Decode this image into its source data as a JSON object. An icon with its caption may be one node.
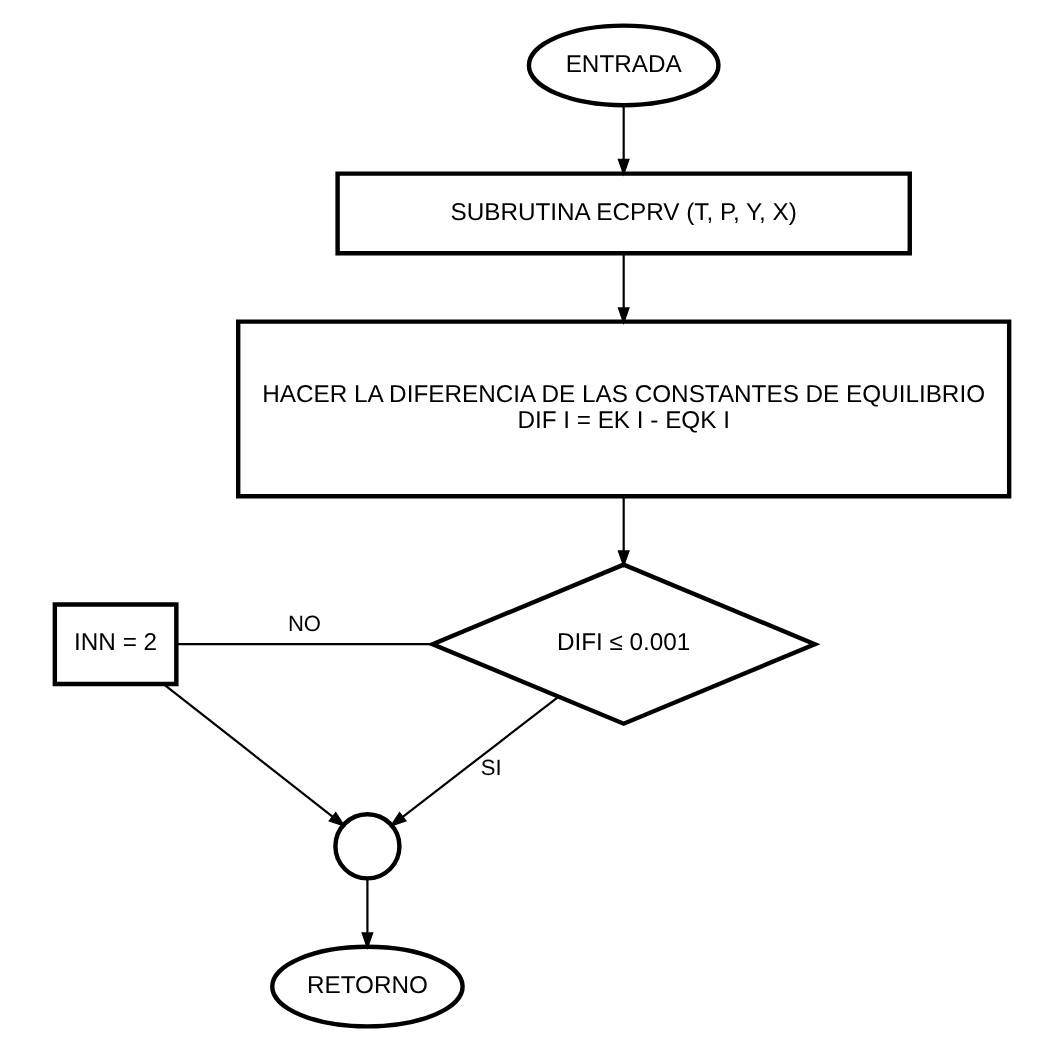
{
  "diagram": {
    "nodes": [
      {
        "text": [
          "ENTRADA"
        ]
      },
      {
        "text": [
          "SUBRUTINA ECPRV (T, P, Y, X)"
        ]
      },
      {
        "text": [
          "HACER LA DIFERENCIA DE LAS CONSTANTES DE EQUILIBRIO",
          "DIF I = EK I - EQK I"
        ]
      },
      {
        "text": [
          "DIFI ≤ 0.001"
        ]
      },
      {
        "text": [
          "INN = 2"
        ]
      },
      {
        "text": [],
        "shape": "circle"
      },
      {
        "text": [
          "RETORNO"
        ]
      }
    ],
    "edges": [
      {
        "from": 0,
        "to": 1,
        "arrow": "to"
      },
      {
        "from": 1,
        "to": 2,
        "arrow": "to"
      },
      {
        "from": 2,
        "to": 3,
        "arrow": "to"
      },
      {
        "from": 3,
        "to": 4,
        "label": "NO",
        "arrow": "none"
      },
      {
        "from": 3,
        "to": 5,
        "label": "SI",
        "arrow": "to"
      },
      {
        "from": 4,
        "to": 5,
        "arrow": "to"
      },
      {
        "from": 5,
        "to": 6,
        "arrow": "to"
      }
    ]
  }
}
